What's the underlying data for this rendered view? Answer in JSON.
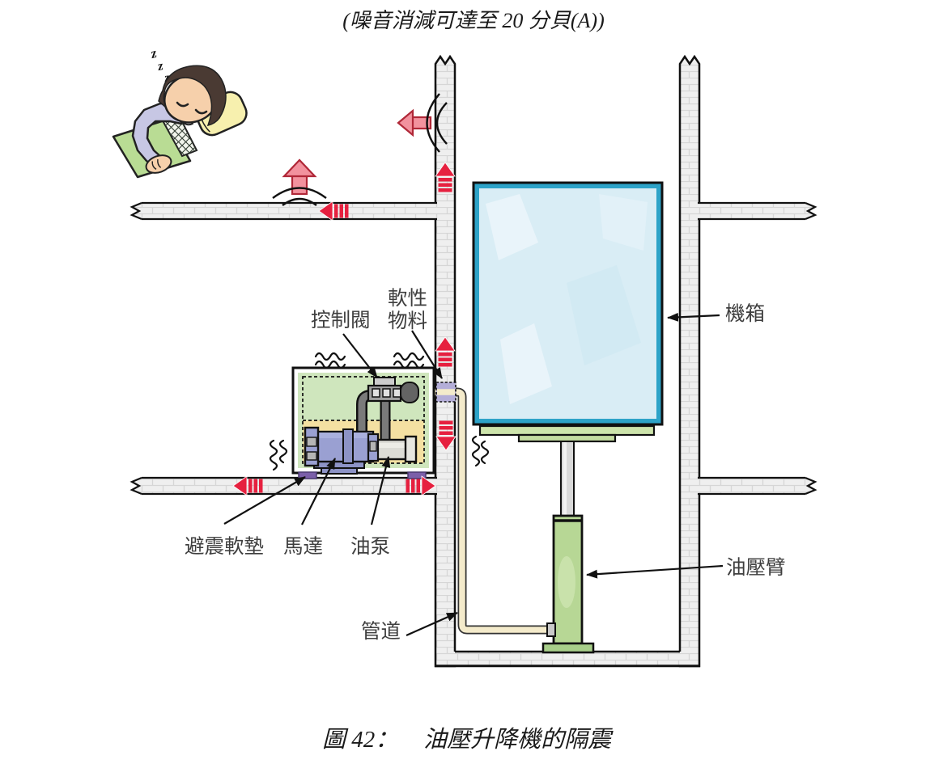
{
  "title": "(噪音消減可達至 20 分貝(A))",
  "caption": {
    "figure": "圖 42：",
    "text": "油壓升降機的隔震"
  },
  "labels": {
    "control_valve": "控制閥",
    "flexible_material_line1": "軟性",
    "flexible_material_line2": "物料",
    "cabin": "機箱",
    "isolation_pad": "避震軟墊",
    "motor": "馬達",
    "oil_pump": "油泵",
    "pipe": "管道",
    "hydraulic_arm": "油壓臂"
  },
  "decorations": {
    "sleep_z": "z"
  },
  "colors": {
    "vibration_arrow_red": "#e6203f",
    "noise_arrow_pink": "#f2929e",
    "cabin_border_teal": "#2da3c8",
    "cabin_fill_blue": "#d9edf5",
    "room_green": "#cfe6bd",
    "room_yellow": "#f4e0a2",
    "motor_purple": "#9aa0d2",
    "pad_purple": "#7b5fa9",
    "pipe_cream": "#f4ebcb",
    "cylinder_green": "#b7d795",
    "platform_green": "#cde4ab",
    "connector_lavender": "#b4aed8",
    "wall_gray": "#efefef"
  }
}
